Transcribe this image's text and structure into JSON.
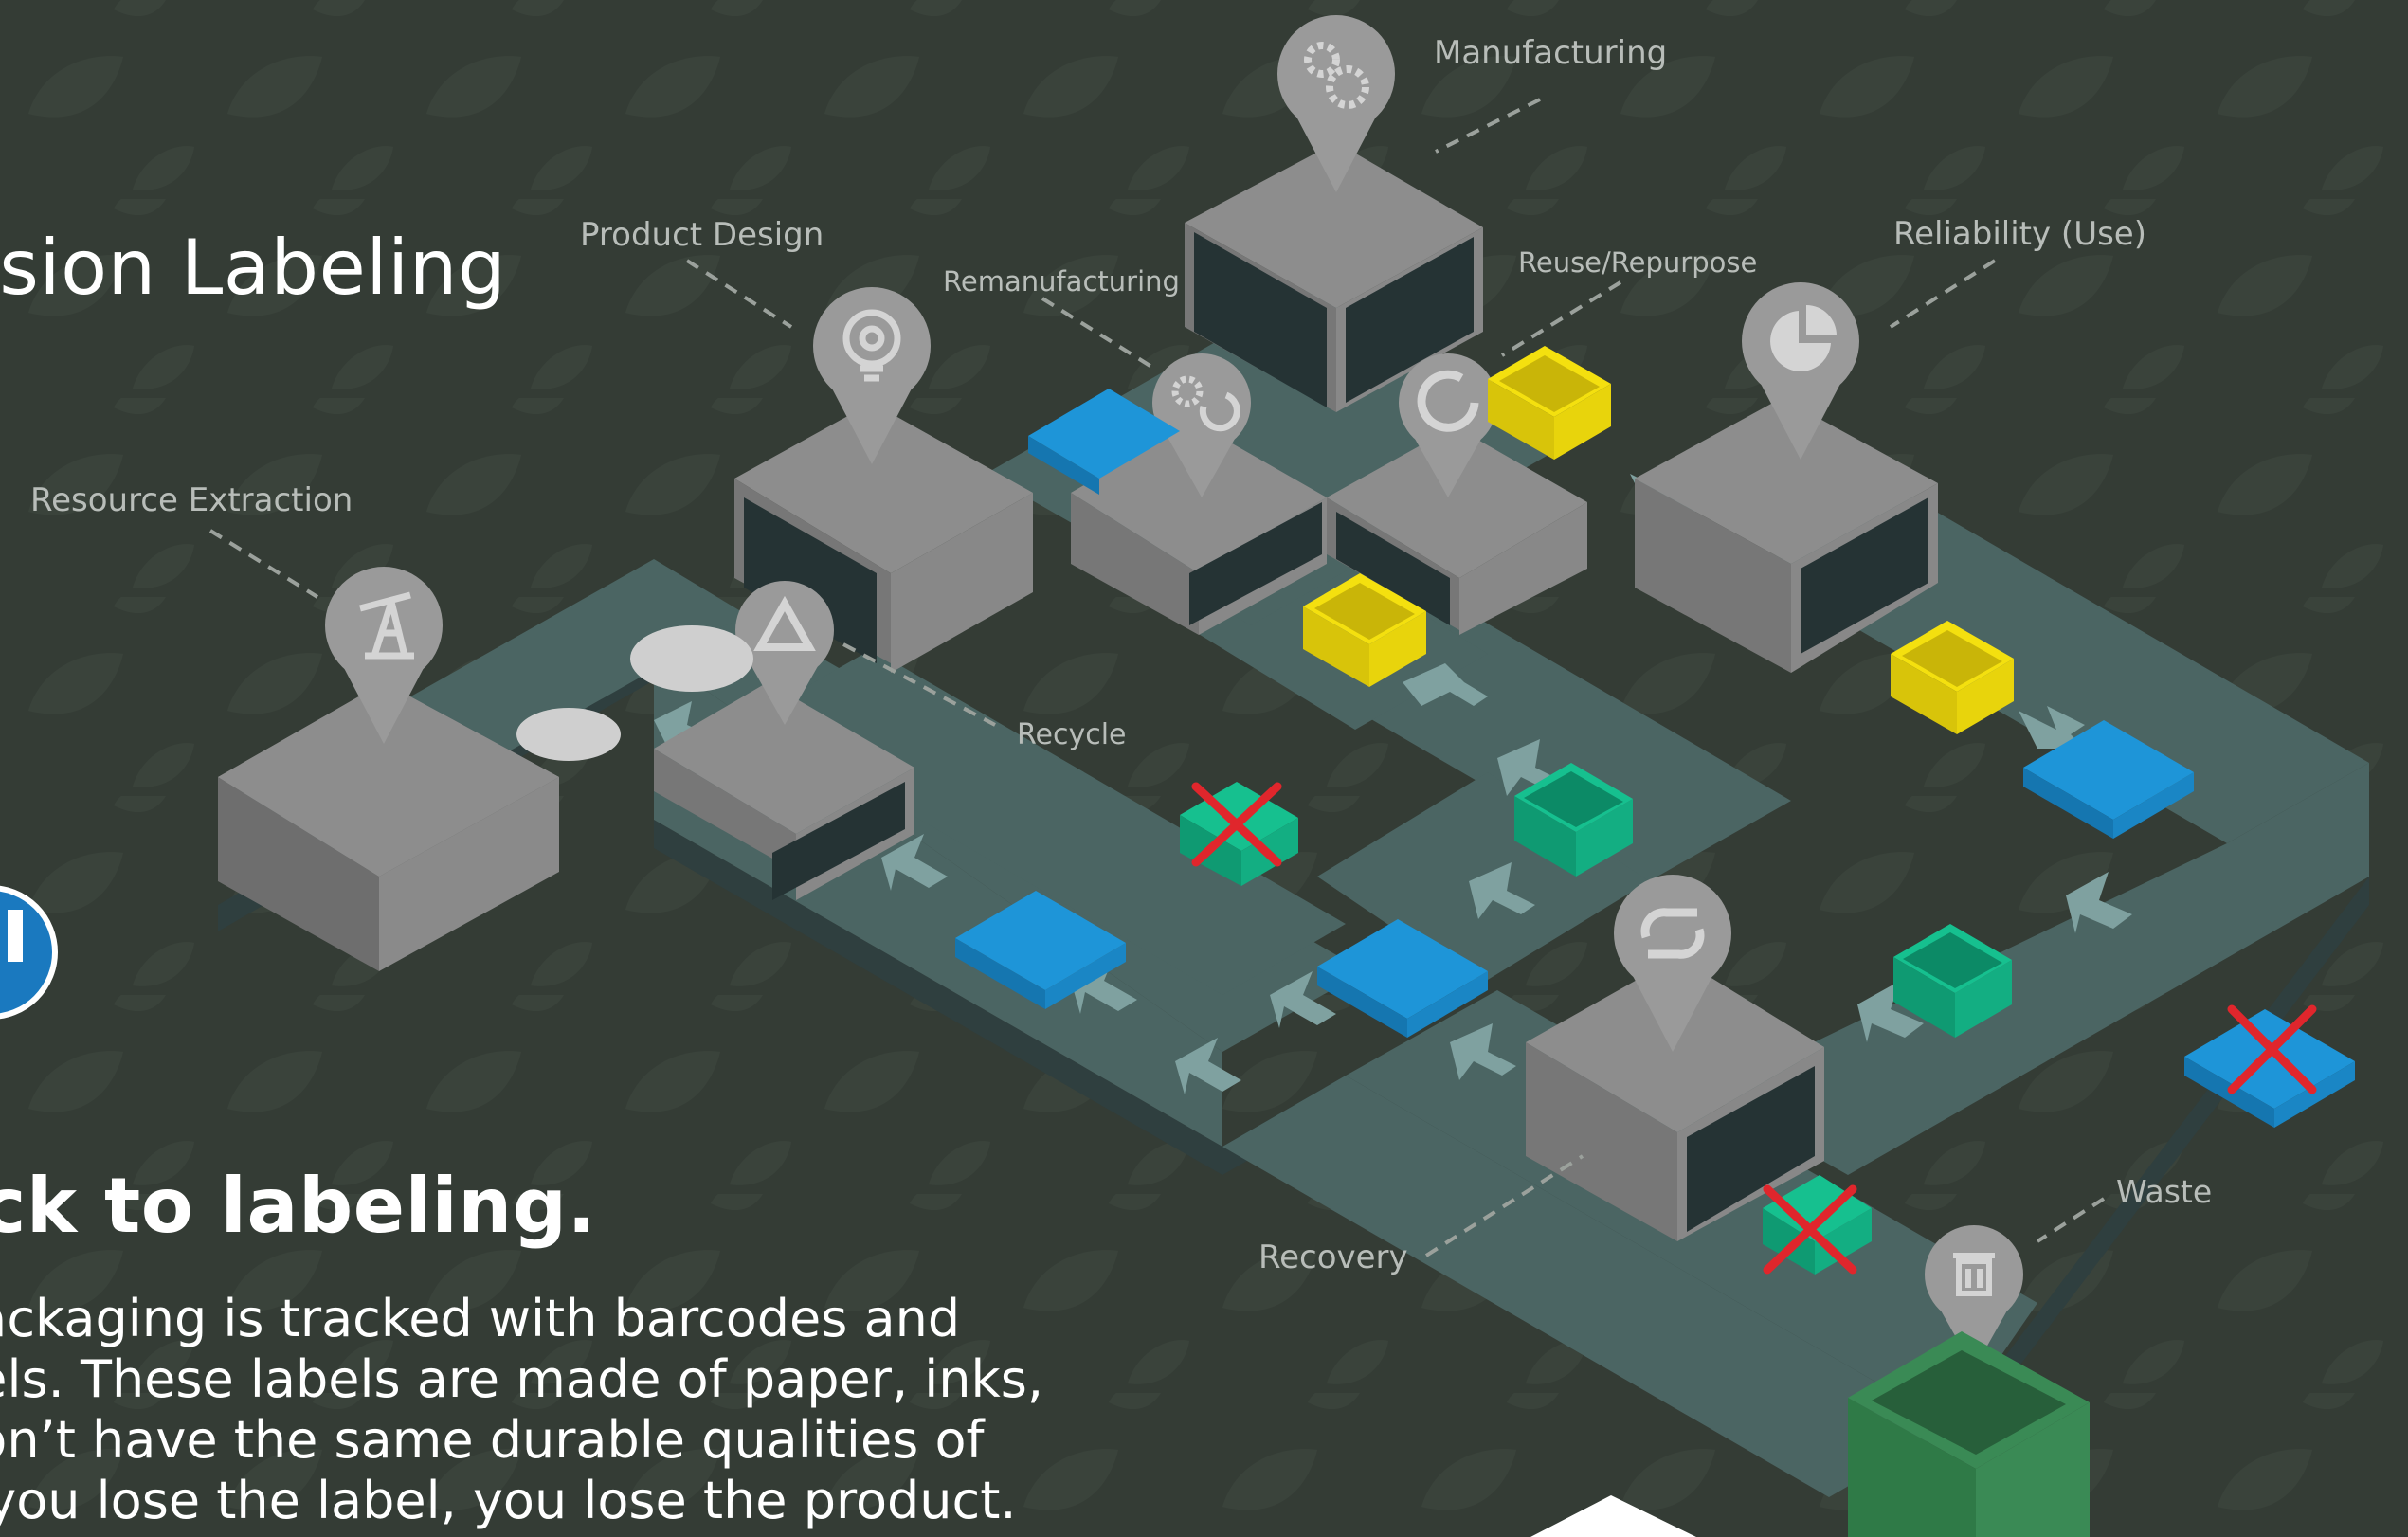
{
  "header": {
    "title": "usion Labeling"
  },
  "section": {
    "heading": "ck to labeling.",
    "paragraph_lines": [
      "packaging is tracked with barcodes and",
      "bels. These labels are made of paper, inks,",
      "don’t have the same durable qualities of",
      "s you lose the label, you lose the product."
    ]
  },
  "diagram": {
    "stages": {
      "resource_extraction": "Resource Extraction",
      "product_design": "Product Design",
      "manufacturing": "Manufacturing",
      "remanufacturing": "Remanufacturing",
      "reuse_repurpose": "Reuse/Repurpose",
      "reliability": "Reliability (Use)",
      "recycle": "Recycle",
      "recovery": "Recovery",
      "waste": "Waste"
    },
    "icons": {
      "resource_extraction": "oil-pump-icon",
      "product_design": "lightbulb-gear-icon",
      "manufacturing": "gears-icon",
      "remanufacturing": "gear-cycle-icon",
      "reuse_repurpose": "circular-arrow-icon",
      "reliability": "pie-chart-icon",
      "recycle": "recycle-icon",
      "recovery": "exchange-arrows-icon",
      "waste": "trash-icon"
    },
    "colors": {
      "background": "#343c35",
      "track": "#4b6563",
      "block": "#8e8e8e",
      "pin": "#9a9a9a",
      "pallet": "#1b8fd2",
      "crate_yellow": "#f2de0e",
      "crate_green": "#15c08e",
      "reject_mark": "#e0262c",
      "bin": "#2f7a47"
    }
  }
}
